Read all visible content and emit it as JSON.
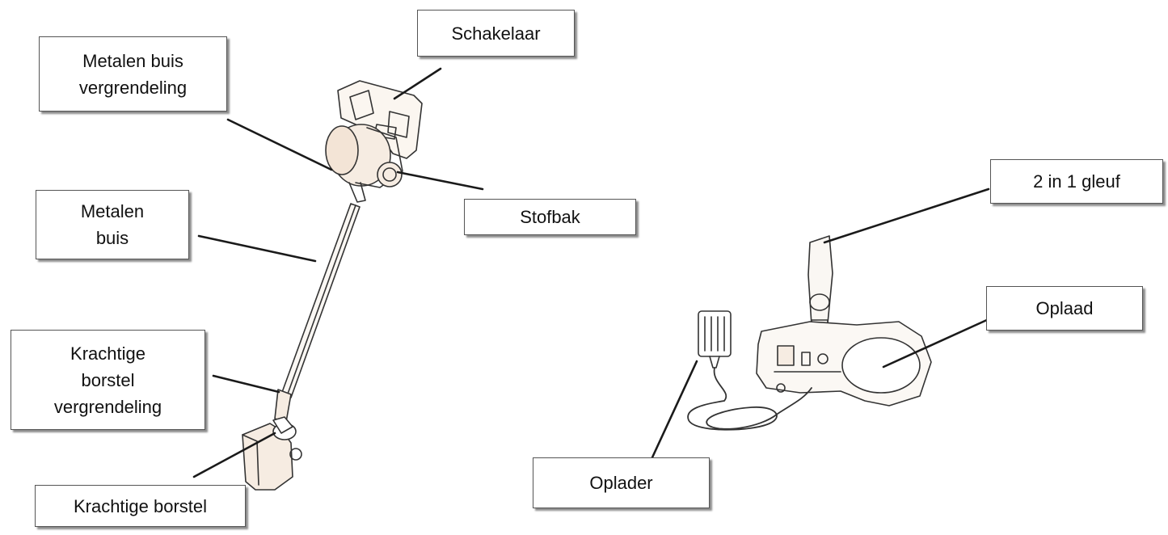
{
  "labels": {
    "schakelaar": "Schakelaar",
    "metalen_buis_vergrendeling": "Metalen buis\nvergrendeling",
    "stofbak": "Stofbak",
    "metalen_buis": "Metalen\nbuis",
    "krachtige_borstel_vergrendeling": "Krachtige\nborstel\nvergrendeling",
    "krachtige_borstel": "Krachtige borstel",
    "gleuf": "2 in 1 gleuf",
    "oplaad": "Oplaad",
    "oplader": "Oplader"
  },
  "colors": {
    "line": "#1a1a1a",
    "outline": "#333333",
    "accent_fill": "#f6ece2",
    "box_border": "#555555"
  }
}
